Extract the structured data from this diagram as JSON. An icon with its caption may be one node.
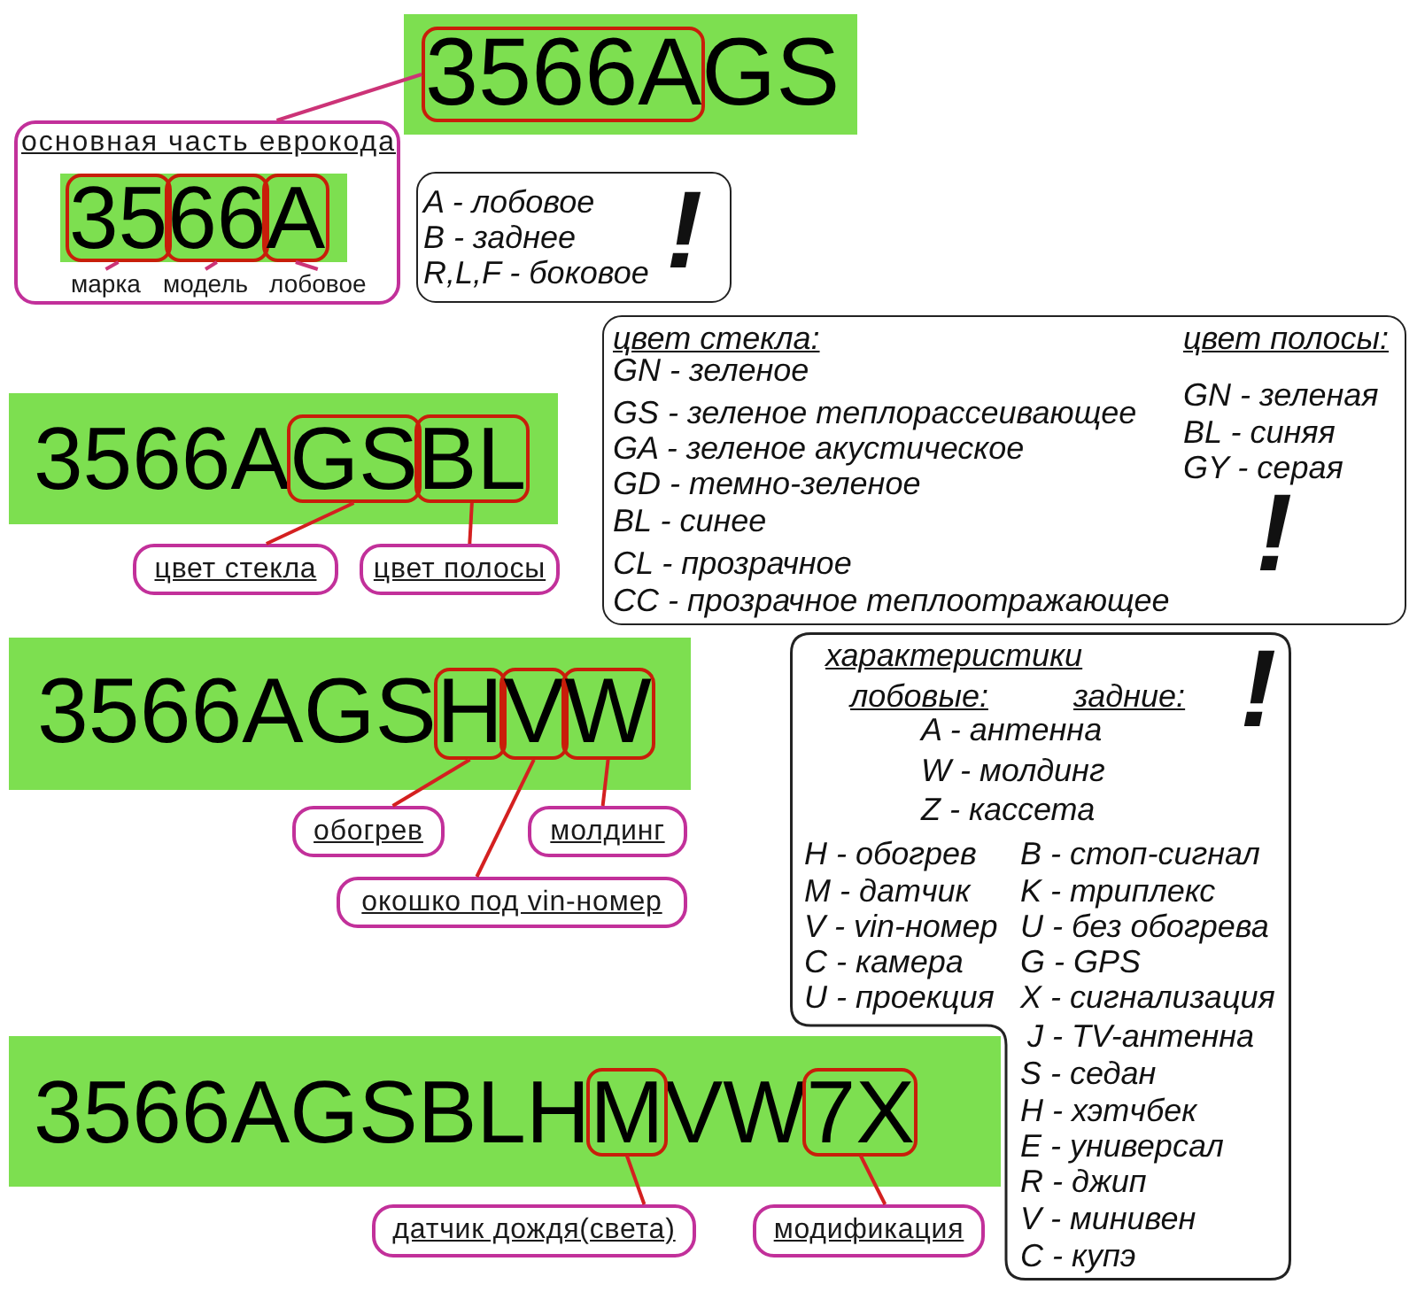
{
  "diagram": {
    "nodes": [
      {
        "text": [
          "GS"
        ]
      },
      {
        "text": [
          "3566A"
        ],
        "in": 0
      },
      {
        "text": [
          "основная часть еврокода"
        ]
      },
      {
        "text": [],
        "shape": "box",
        "in": 2
      },
      {
        "text": [
          "35"
        ],
        "in": 3
      },
      {
        "text": [
          "66"
        ],
        "in": 3
      },
      {
        "text": [
          "A"
        ],
        "in": 3
      },
      {
        "text": [
          "марка"
        ],
        "in": 2
      },
      {
        "text": [
          "модель"
        ],
        "in": 2
      },
      {
        "text": [
          "лобовое"
        ],
        "in": 2
      },
      {
        "text": [
          "A - лобовое",
          "B - заднее",
          "R,L,F - боковое",
          "!"
        ]
      },
      {
        "text": [
          "3566A"
        ]
      },
      {
        "text": [
          "GS"
        ],
        "in": 11
      },
      {
        "text": [
          "BL"
        ],
        "in": 11
      },
      {
        "text": [
          "цвет стекла"
        ]
      },
      {
        "text": [
          "цвет полосы"
        ]
      },
      {
        "text": [
          "цвет стекла:",
          "GN - зеленое",
          "GS - зеленое теплорассеивающее",
          "GA - зеленое акустическое",
          "GD - темно-зеленое",
          "BL - синее",
          "CL - прозрачное",
          "CC - прозрачное теплоотражающее",
          "цвет полосы:",
          "GN - зеленая",
          "BL - синяя",
          "GY - серая",
          "!"
        ]
      },
      {
        "text": [
          "3566AGS"
        ]
      },
      {
        "text": [
          "H"
        ],
        "in": 17
      },
      {
        "text": [
          "V"
        ],
        "in": 17
      },
      {
        "text": [
          "W"
        ],
        "in": 17
      },
      {
        "text": [
          "обогрев"
        ]
      },
      {
        "text": [
          "молдинг"
        ]
      },
      {
        "text": [
          "окошко под vin-номер"
        ]
      },
      {
        "text": [
          "характеристики",
          "лобовые:",
          "задние:",
          "A - антенна",
          "W - молдинг",
          "Z - кассета",
          "H - обогрев",
          "M - датчик",
          "V - vin-номер",
          "C - камера",
          "U - проекция",
          "B - стоп-сигнал",
          "K - триплекс",
          "U - без обогрева",
          "G - GPS",
          "X - сигнализация",
          "J - TV-антенна",
          "S - седан",
          "H - хэтчбек",
          "E - универсал",
          "R - джип",
          "V - минивен",
          "C - купэ",
          "!"
        ]
      },
      {
        "text": [
          "3566AGSBLH",
          "VW"
        ]
      },
      {
        "text": [
          "M"
        ],
        "in": 25
      },
      {
        "text": [
          "7X"
        ],
        "in": 25
      },
      {
        "text": [
          "датчик дождя(света)"
        ]
      },
      {
        "text": [
          "модификация"
        ]
      }
    ],
    "edges": [
      {
        "from": 2,
        "to": 1,
        "arrow": "none",
        "color": "#cc3377"
      },
      {
        "from": 7,
        "to": 4,
        "arrow": "none",
        "color": "#cc3377"
      },
      {
        "from": 8,
        "to": 5,
        "arrow": "none",
        "color": "#cc3377"
      },
      {
        "from": 9,
        "to": 6,
        "arrow": "none",
        "color": "#cc3377"
      },
      {
        "from": 14,
        "to": 12,
        "arrow": "none"
      },
      {
        "from": 15,
        "to": 13,
        "arrow": "none"
      },
      {
        "from": 21,
        "to": 18,
        "arrow": "none"
      },
      {
        "from": 23,
        "to": 19,
        "arrow": "none"
      },
      {
        "from": 22,
        "to": 20,
        "arrow": "none"
      },
      {
        "from": 28,
        "to": 26,
        "arrow": "none"
      },
      {
        "from": 29,
        "to": 27,
        "arrow": "none"
      }
    ]
  }
}
